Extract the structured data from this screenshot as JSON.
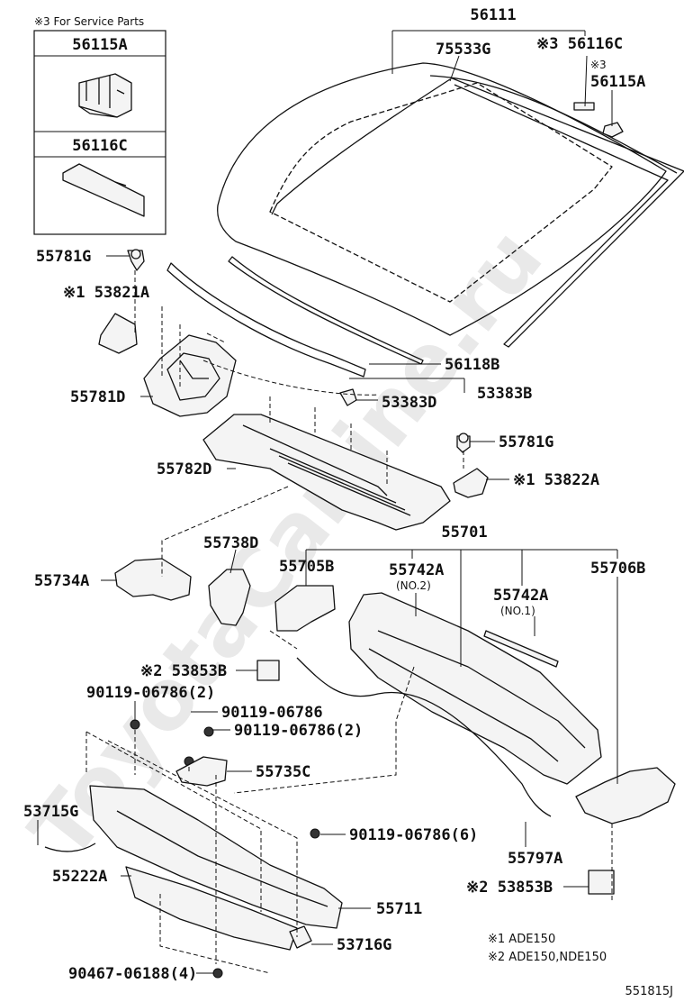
{
  "service_box": {
    "title": "※3 For Service Parts",
    "items": [
      "56115A",
      "56116C"
    ]
  },
  "labels": {
    "p56111": "56111",
    "p75533G": "75533G",
    "p56116C": "※3 56116C",
    "p56115A_mark": "※3",
    "p56115A": "56115A",
    "p55781G_top": "55781G",
    "p53821A": "※1 53821A",
    "p56118B": "56118B",
    "p53383D": "53383D",
    "p53383B": "53383B",
    "p55781D": "55781D",
    "p55781G_right": "55781G",
    "p55782D": "55782D",
    "p53822A": "※1 53822A",
    "p55701": "55701",
    "p55738D": "55738D",
    "p55734A": "55734A",
    "p55705B": "55705B",
    "p55742A_1": "55742A",
    "p55742A_1_sub": "(NO.2)",
    "p55742A_2": "55742A",
    "p55742A_2_sub": "(NO.1)",
    "p55706B": "55706B",
    "p53853B_top": "※2 53853B",
    "p90119_a": "90119-06786(2)",
    "p90119_b": "90119-06786",
    "p90119_c": "90119-06786(2)",
    "p55735C": "55735C",
    "p53715G": "53715G",
    "p90119_d": "90119-06786(6)",
    "p55797A": "55797A",
    "p55222A": "55222A",
    "p53853B_bottom": "※2 53853B",
    "p55711": "55711",
    "p53716G": "53716G",
    "p90467": "90467-06188(4)"
  },
  "notes": {
    "n1": "※1  ADE150",
    "n2": "※2  ADE150,NDE150"
  },
  "diagram_code": "551815J",
  "watermark": "ToyotaCarline.ru"
}
